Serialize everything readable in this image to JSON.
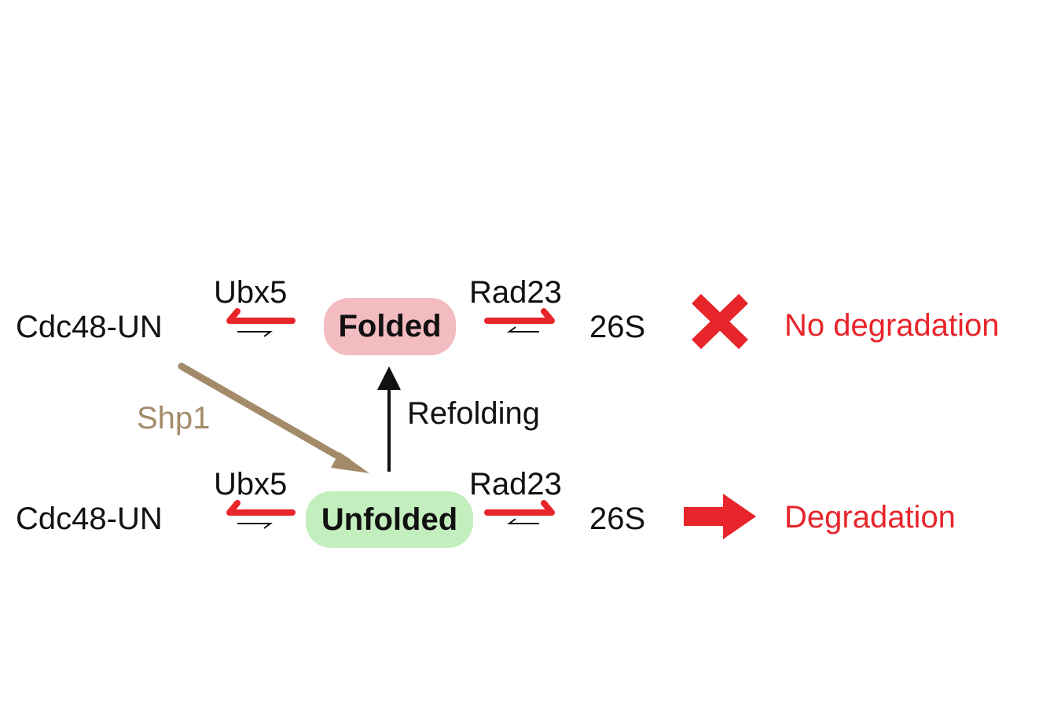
{
  "colors": {
    "red": "#e8252b",
    "brown": "#a38b6a",
    "folded_fill": "#f3bcc0",
    "unfolded_fill": "#c3eebd",
    "black": "#111111"
  },
  "top_row": {
    "left_label": "Cdc48-UN",
    "left_cofactor": "Ubx5",
    "state": "Folded",
    "right_cofactor": "Rad23",
    "proteasome": "26S",
    "outcome_icon": "x-mark-icon",
    "outcome": "No degradation"
  },
  "bottom_row": {
    "left_label": "Cdc48-UN",
    "left_cofactor": "Ubx5",
    "state": "Unfolded",
    "right_cofactor": "Rad23",
    "proteasome": "26S",
    "outcome_icon": "arrow-right-icon",
    "outcome": "Degradation"
  },
  "transitions": {
    "shp1": "Shp1",
    "refolding": "Refolding"
  }
}
